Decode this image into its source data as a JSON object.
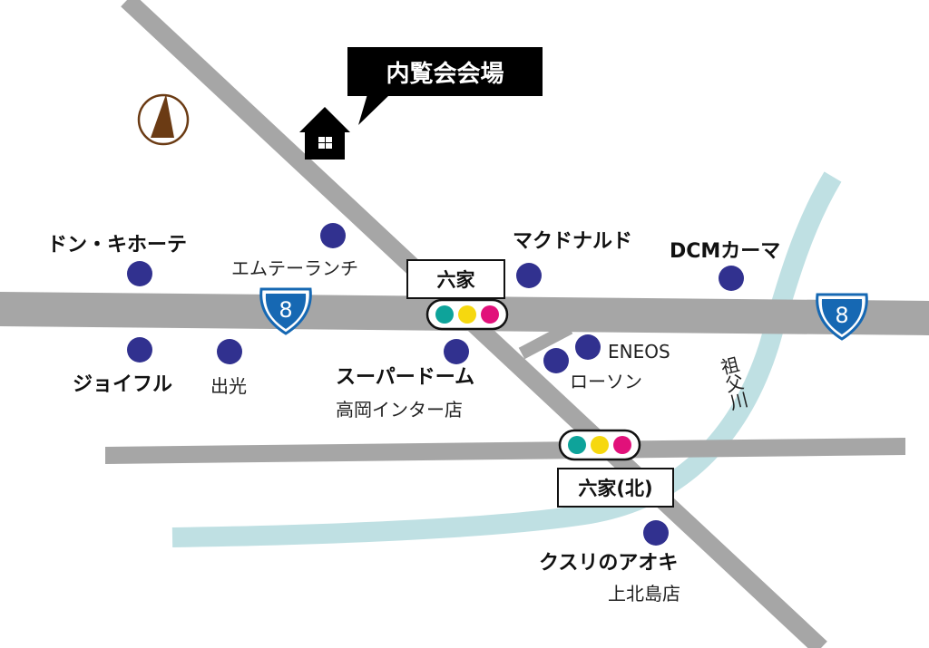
{
  "venue": {
    "title": "内覧会会場",
    "icon": "house-icon"
  },
  "compass": {
    "icon": "north-arrow-icon"
  },
  "routes": [
    {
      "number": "8"
    },
    {
      "number": "8"
    }
  ],
  "river": {
    "name": "祖父川"
  },
  "intersections": [
    {
      "name": "六家",
      "signal_colors": [
        "#0ea39a",
        "#f6d80f",
        "#e1117a"
      ]
    },
    {
      "name": "六家(北)",
      "signal_colors": [
        "#0ea39a",
        "#f6d80f",
        "#e1117a"
      ]
    }
  ],
  "landmarks": [
    {
      "name": "ドン・キホーテ"
    },
    {
      "name": "エムテーランチ"
    },
    {
      "name": "マクドナルド"
    },
    {
      "name": "DCMカーマ"
    },
    {
      "name": "ジョイフル"
    },
    {
      "name": "出光"
    },
    {
      "name": "スーパードーム",
      "sub": "高岡インター店"
    },
    {
      "name": "ENEOS"
    },
    {
      "name": "ローソン"
    },
    {
      "name": "クスリのアオキ",
      "sub": "上北島店"
    }
  ],
  "colors": {
    "road": "#a6a6a6",
    "river": "#bfe0e3",
    "landmark_dot": "#31318f",
    "route_shield": "#1668b3",
    "compass": "#6b3b14"
  }
}
